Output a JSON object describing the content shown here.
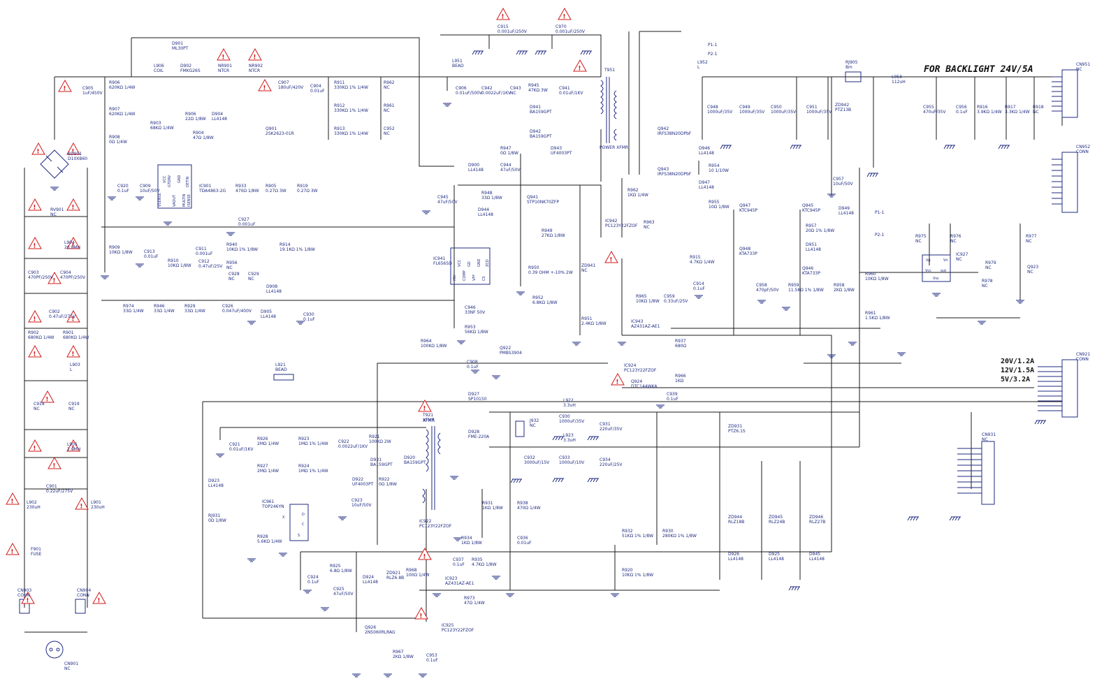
{
  "headline": "FOR BACKLIGHT 24V/5A",
  "outputs": [
    "20V/1.2A",
    "12V/1.5A",
    "5V/3.2A"
  ],
  "power_labels": [
    "POWER XFMR",
    "XFMR"
  ],
  "components": {
    "D901": [
      "D901",
      "ML30PT"
    ],
    "D902": [
      "D902",
      "FMKG26S"
    ],
    "L906": [
      "L906",
      "COIL"
    ],
    "NR901": [
      "NR901",
      "NTCR"
    ],
    "NR902": [
      "NR902",
      "NTCR"
    ],
    "C905": [
      "C905",
      "1uF/450V"
    ],
    "R906": [
      "R906",
      "620KΩ 1/4W"
    ],
    "R907": [
      "R907",
      "620KΩ 1/4W"
    ],
    "R908": [
      "R908",
      "0Ω 1/4W"
    ],
    "C907": [
      "C907",
      "180uF/420V"
    ],
    "C904": [
      "C904",
      "0.01uF"
    ],
    "R911": [
      "R911",
      "330KΩ 1% 1/4W"
    ],
    "R912": [
      "R912",
      "330KΩ 1% 1/4W"
    ],
    "R913": [
      "R913",
      "330KΩ 1% 1/4W"
    ],
    "R962": [
      "R962",
      "NC"
    ],
    "R961": [
      "R961",
      "NC"
    ],
    "C952": [
      "C952",
      "NC"
    ],
    "R903": [
      "R903",
      "68KΩ 1/4W"
    ],
    "R906b": [
      "R906",
      "22Ω 1/8W"
    ],
    "D904": [
      "D904",
      "LL4148"
    ],
    "R904": [
      "R904",
      "47Ω 1/8W"
    ],
    "Q901": [
      "Q901",
      "2SK2623-01R"
    ],
    "BD901": [
      "BD901",
      "D10XB60"
    ],
    "RV901": [
      "RV901",
      "NC"
    ],
    "L904": [
      "L904",
      "20.0MH"
    ],
    "C920": [
      "C920",
      "0.1uF"
    ],
    "C909": [
      "C909",
      "10uF/50V"
    ],
    "IC901": [
      "IC901",
      "TDA4863-2G"
    ],
    "R933": [
      "R933",
      "470Ω 1/8W"
    ],
    "R905": [
      "R905",
      "0.27Ω 3W"
    ],
    "R919": [
      "R919",
      "0.27Ω 3W"
    ],
    "C927": [
      "C927",
      "0.001uF"
    ],
    "C903": [
      "C903",
      "470PF/250V"
    ],
    "C904b": [
      "C904",
      "470PF/250V"
    ],
    "R909": [
      "R909",
      "10KΩ 1/8W"
    ],
    "C913": [
      "C913",
      "0.01uF"
    ],
    "C911": [
      "C911",
      "0.001uF"
    ],
    "C912": [
      "C912",
      "0.47uF/25V"
    ],
    "R910": [
      "R910",
      "10KΩ 1/8W"
    ],
    "R956": [
      "R956",
      "NC"
    ],
    "C928": [
      "C928",
      "NC"
    ],
    "C929": [
      "C929",
      "NC"
    ],
    "R940": [
      "R940",
      "10KΩ 1% 1/8W"
    ],
    "R914": [
      "R914",
      "19.1KΩ 1% 1/8W"
    ],
    "C902": [
      "C902",
      "0.47uF/275V"
    ],
    "R974": [
      "R974",
      "33Ω 1/4W"
    ],
    "R946": [
      "R946",
      "33Ω 1/4W"
    ],
    "R929": [
      "R929",
      "33Ω 1/4W"
    ],
    "C926": [
      "C926",
      "0.047uF/400V"
    ],
    "D908": [
      "D908",
      "LL4148"
    ],
    "D905": [
      "D905",
      "LL4148"
    ],
    "C930": [
      "C930",
      "0.1uF"
    ],
    "R902": [
      "R902",
      "680KΩ 1/4W"
    ],
    "R901": [
      "R901",
      "680KΩ 1/4W"
    ],
    "L903": [
      "L903",
      "L"
    ],
    "C918": [
      "C918",
      "NC"
    ],
    "C919": [
      "C919",
      "NC"
    ],
    "L905": [
      "L905",
      "2.0MH"
    ],
    "C901": [
      "C901",
      "0.22uF/275V"
    ],
    "L902": [
      "L902",
      "230uH"
    ],
    "L901": [
      "L901",
      "230uH"
    ],
    "F901": [
      "F901",
      "FUSE"
    ],
    "CN903": [
      "CN903",
      "CONN"
    ],
    "CN904": [
      "CN904",
      "CONN"
    ],
    "CN901": [
      "CN901",
      "NC"
    ],
    "C915": [
      "C915",
      "0.001uF/250V"
    ],
    "C970": [
      "C970",
      "0.001uF/250V"
    ],
    "L951": [
      "L951",
      "BEAD"
    ],
    "C906": [
      "C906",
      "0.01uF/500V"
    ],
    "C942": [
      "C942",
      "0.0022uF/1KV"
    ],
    "C943": [
      "C943",
      "NC"
    ],
    "R945": [
      "R945",
      "47KΩ 3W"
    ],
    "C941": [
      "C941",
      "0.01uF/1KV"
    ],
    "D941": [
      "D941",
      "BA159GPT"
    ],
    "D942": [
      "D942",
      "BA159GPT"
    ],
    "T951": [
      "T951",
      ""
    ],
    "D900": [
      "D900",
      "LL4148"
    ],
    "C944": [
      "C944",
      "47uF/50V"
    ],
    "R947": [
      "R947",
      "0Ω 1/8W"
    ],
    "D943": [
      "D943",
      "UF4003PT"
    ],
    "C945": [
      "C945",
      "47uF/50V"
    ],
    "R948": [
      "R948",
      "33Ω 1/8W"
    ],
    "Q941": [
      "Q941",
      "STP10NK70ZFP"
    ],
    "D944": [
      "D944",
      "LL4148"
    ],
    "IC941": [
      "IC941",
      "FL6565D"
    ],
    "R949": [
      "R949",
      "27KΩ 1/8W"
    ],
    "R950": [
      "R950",
      "0.39 OHM +-10% 2W"
    ],
    "ZD941": [
      "ZD941",
      "NC"
    ],
    "C946": [
      "C946",
      "33NF 50V"
    ],
    "R953": [
      "R953",
      "56KΩ 1/8W"
    ],
    "R952": [
      "R952",
      "6.8KΩ 1/8W"
    ],
    "R951": [
      "R951",
      "2.4KΩ 1/8W"
    ],
    "R964": [
      "R964",
      "100KΩ 1/8W"
    ],
    "Q922": [
      "Q922",
      "PMBS3904"
    ],
    "C908": [
      "C908",
      "0.1uF"
    ],
    "L921": [
      "L921",
      "BEAD"
    ],
    "L952": [
      "L952",
      "L"
    ],
    "Q942": [
      "Q942",
      "IRFS38N20DPbF"
    ],
    "Q943": [
      "Q943",
      "IRFS38N20DPbF"
    ],
    "D946": [
      "D946",
      "LL4148"
    ],
    "R954": [
      "R954",
      "10 1/10W"
    ],
    "D947": [
      "D947",
      "LL4148"
    ],
    "R955": [
      "R955",
      "10Ω 1/8W"
    ],
    "C948": [
      "C948",
      "1000uF/35V"
    ],
    "C949": [
      "C949",
      "1000uF/35V"
    ],
    "C950": [
      "C950",
      "1000uF/35V"
    ],
    "C951": [
      "C951",
      "1000uF/35V"
    ],
    "ZD942": [
      "ZD942",
      "PTZ13B"
    ],
    "RJ905": [
      "RJ905",
      "8m"
    ],
    "L953": [
      "L953",
      "112uH"
    ],
    "C955": [
      "C955",
      "470uF/35V"
    ],
    "C956": [
      "C956",
      "0.1uF"
    ],
    "R916": [
      "R916",
      "3.9KΩ 1/4W"
    ],
    "R917": [
      "R917",
      "3.3KΩ 1/4W"
    ],
    "R918": [
      "R918",
      "NC"
    ],
    "CN951": [
      "CN951",
      "NC"
    ],
    "CN952": [
      "CN952",
      "CONN"
    ],
    "CN921": [
      "CN921",
      "CONN"
    ],
    "CN931": [
      "CN931",
      "NC"
    ],
    "C957": [
      "C957",
      "10uF/50V"
    ],
    "R962b": [
      "R962",
      "1KΩ 1/4W"
    ],
    "IC942": [
      "IC942",
      "PC123Y22FZOF"
    ],
    "R963": [
      "R963",
      "NC"
    ],
    "Q947": [
      "Q947",
      "KTC945P"
    ],
    "Q948": [
      "Q948",
      "KTA733P"
    ],
    "Q945": [
      "Q945",
      "KTC945P"
    ],
    "Q946": [
      "Q946",
      "KTA733P"
    ],
    "R957": [
      "R957",
      "20Ω 1% 1/8W"
    ],
    "D949": [
      "D949",
      "LL4148"
    ],
    "D951": [
      "D951",
      "LL4148"
    ],
    "R915": [
      "R915",
      "4.7KΩ 1/4W"
    ],
    "C914": [
      "C914",
      "0.1uF"
    ],
    "C958": [
      "C958",
      "470pF/50V"
    ],
    "R959": [
      "R959",
      "11.5KΩ 1% 1/8W"
    ],
    "R958": [
      "R958",
      "2KΩ 1/8W"
    ],
    "R960": [
      "R960",
      "10KΩ 1/8W"
    ],
    "R961b": [
      "R961",
      "1.5KΩ 1/8W"
    ],
    "R965": [
      "R965",
      "10KΩ 1/8W"
    ],
    "C959": [
      "C959",
      "0.33uF/25V"
    ],
    "IC943": [
      "IC943",
      "AZ431AZ-AE1"
    ],
    "R975": [
      "R975",
      "NC"
    ],
    "R976": [
      "R976",
      "NC"
    ],
    "IC927": [
      "IC927",
      "NC"
    ],
    "R977": [
      "R977",
      "NC"
    ],
    "R979": [
      "R979",
      "NC"
    ],
    "R978": [
      "R978",
      "NC"
    ],
    "Q923": [
      "Q923",
      "NC"
    ],
    "R937": [
      "R937",
      "680Ω"
    ],
    "IC924": [
      "IC924",
      "PC123Y22FZOF"
    ],
    "Q924": [
      "Q924",
      "DTC144WKA"
    ],
    "R966": [
      "R966",
      "1KΩ"
    ],
    "C939": [
      "C939",
      "0.1uF"
    ],
    "T921": [
      "T921",
      "XFMR"
    ],
    "D927": [
      "D927",
      "SP10150"
    ],
    "D928": [
      "D928",
      "FME-220A"
    ],
    "L922": [
      "L922",
      "3.3uH"
    ],
    "L923": [
      "L923",
      "3.3uH"
    ],
    "C930b": [
      "C930",
      "1000uF/35V"
    ],
    "C931": [
      "C931",
      "220uF/35V"
    ],
    "JS932": [
      "J932",
      "NC"
    ],
    "C932": [
      "C932",
      "3000uF/15V"
    ],
    "C933": [
      "C933",
      "1000uF/10V"
    ],
    "C934": [
      "C934",
      "220uF/25V"
    ],
    "ZD931": [
      "ZD931",
      "PTZ6.1S"
    ],
    "C921": [
      "C921",
      "0.01uF/1KV"
    ],
    "R926": [
      "R926",
      "2MΩ 1/4W"
    ],
    "R923": [
      "R923",
      "1MΩ 1% 1/4W"
    ],
    "C922": [
      "C922",
      "0.0022uF/1KV"
    ],
    "R921": [
      "R921",
      "100KΩ 2W"
    ],
    "D921": [
      "D921",
      "BA159GPT"
    ],
    "D920": [
      "D920",
      "BA159GPT"
    ],
    "R927": [
      "R927",
      "2MΩ 1/4W"
    ],
    "R924": [
      "R924",
      "1MΩ 1% 1/4W"
    ],
    "D922": [
      "D922",
      "UF4003PT"
    ],
    "R922": [
      "R922",
      "0Ω 1/8W"
    ],
    "C923": [
      "C923",
      "10uF/50V"
    ],
    "D923": [
      "D923",
      "LL4148"
    ],
    "RJ931": [
      "RJ931",
      "0Ω 1/8W"
    ],
    "IC961": [
      "IC961",
      "TOP246YN"
    ],
    "R928": [
      "R928",
      "5.6KΩ 1/4W"
    ],
    "IC922": [
      "IC922",
      "PC123Y22FZOF"
    ],
    "R934": [
      "R934",
      "1KΩ 1/8W"
    ],
    "R931": [
      "R931",
      "1KΩ 1/8W"
    ],
    "R938": [
      "R938",
      "470Ω 1/4W"
    ],
    "C936": [
      "C936",
      "0.01uF"
    ],
    "R932": [
      "R932",
      "51KΩ 1% 1/8W"
    ],
    "R930": [
      "R930",
      "280KΩ 1% 1/8W"
    ],
    "R920": [
      "R920",
      "10KΩ 1% 1/8W"
    ],
    "ZD944": [
      "ZD944",
      "RLZ18B"
    ],
    "ZD945": [
      "ZD945",
      "RLZ24B"
    ],
    "ZD946": [
      "ZD946",
      "RLZ27B"
    ],
    "D926": [
      "D926",
      "LL4148"
    ],
    "D925": [
      "D925",
      "LL4148"
    ],
    "D945": [
      "D945",
      "LL4148"
    ],
    "R925": [
      "R925",
      "6.8Ω 1/8W"
    ],
    "C924": [
      "C924",
      "0.1uF"
    ],
    "C925": [
      "C925",
      "47uF/50V"
    ],
    "D924": [
      "D924",
      "LL4148"
    ],
    "ZD921": [
      "ZD921",
      "RLZ6.8B"
    ],
    "R968": [
      "R968",
      "100Ω 1/4W"
    ],
    "C937": [
      "C937",
      "0.1uF"
    ],
    "R935": [
      "R935",
      "4.7KΩ 1/8W"
    ],
    "IC923": [
      "IC923",
      "AZ431AZ-AE1"
    ],
    "R973": [
      "R973",
      "47Ω 1/4W"
    ],
    "Q926": [
      "Q926",
      "2N5060RLRAG"
    ],
    "IC925": [
      "IC925",
      "PC123Y22FZOF"
    ],
    "R967": [
      "R967",
      "2KΩ 1/8W"
    ],
    "C953": [
      "C953",
      "0.1uF"
    ]
  },
  "nets": [
    "P1-1",
    "P2-1",
    "P1-1",
    "P2-1"
  ],
  "ic_pins": {
    "IC901": [
      "VSENSE",
      "VCC",
      "GTDRV",
      "VAOUT",
      "GND",
      "MULTIN",
      "DETIN",
      "ISENSE"
    ],
    "IC941": [
      "INV",
      "VCC",
      "COMP",
      "GD",
      "VFF",
      "GND",
      "CS",
      "ZCD"
    ],
    "IC927": [
      "Vp",
      "Vn",
      "Vcc",
      "out",
      "Vss"
    ],
    "IC961": [
      "X",
      "D",
      "C",
      "S"
    ]
  }
}
